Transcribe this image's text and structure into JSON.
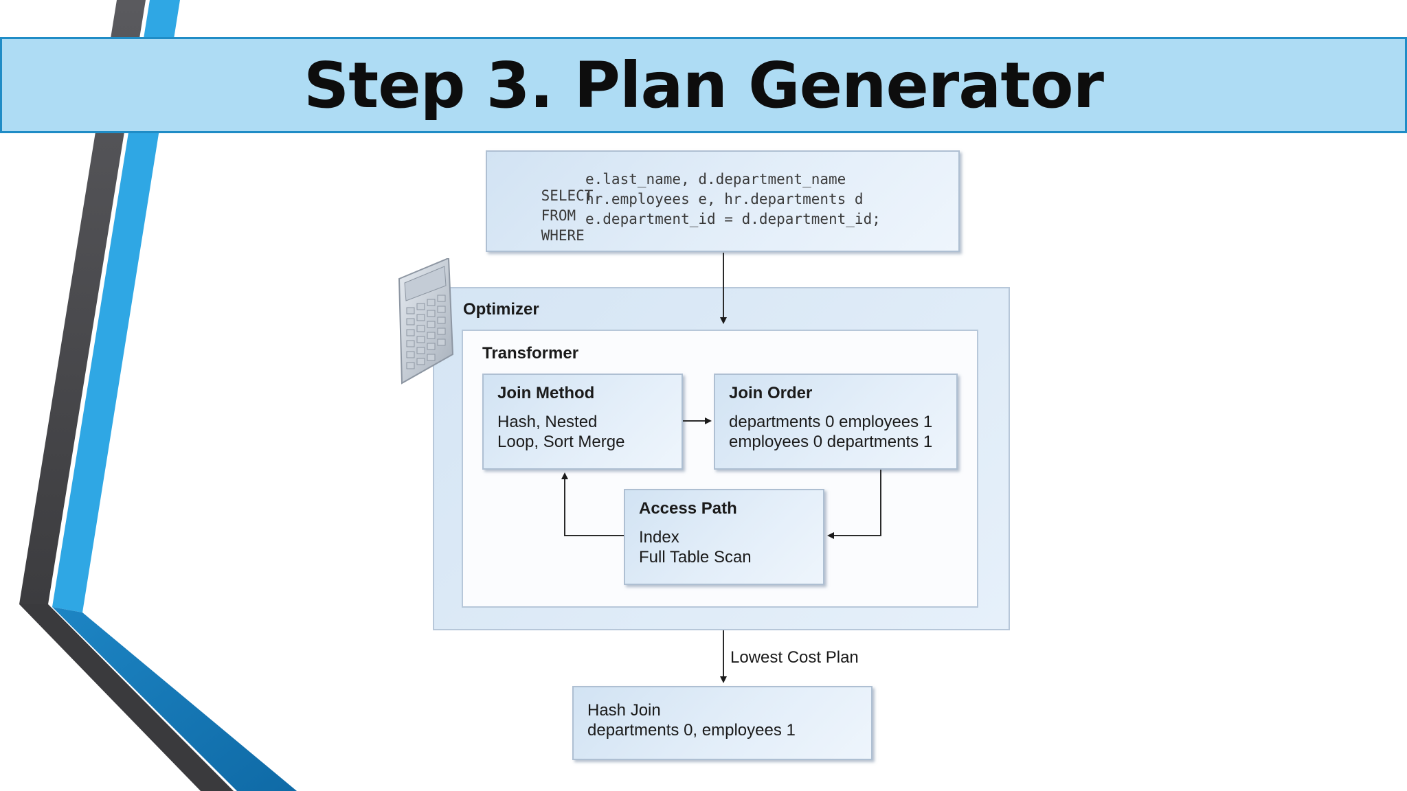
{
  "slide": {
    "title": "Step 3. Plan Generator"
  },
  "diagram": {
    "sql": {
      "keywords": [
        "SELECT",
        "FROM",
        "WHERE"
      ],
      "clauses": [
        "e.last_name, d.department_name",
        "hr.employees e, hr.departments d",
        "e.department_id = d.department_id;"
      ]
    },
    "optimizer_label": "Optimizer",
    "transformer_label": "Transformer",
    "join_method": {
      "title": "Join Method",
      "lines": [
        "Hash, Nested",
        "Loop, Sort Merge"
      ]
    },
    "join_order": {
      "title": "Join Order",
      "lines": [
        "departments 0 employees 1",
        "employees 0 departments 1"
      ]
    },
    "access_path": {
      "title": "Access Path",
      "lines": [
        "Index",
        "Full Table Scan"
      ]
    },
    "edge_label": "Lowest Cost Plan",
    "output": {
      "lines": [
        "Hash Join",
        "departments 0, employees 1"
      ]
    },
    "icon": "calculator-icon"
  },
  "colors": {
    "title_band": "#aedcf4",
    "title_border": "#1f8cc6",
    "stripe_dark": "#4a4a4d",
    "stripe_blue": "#2fa7e4"
  }
}
